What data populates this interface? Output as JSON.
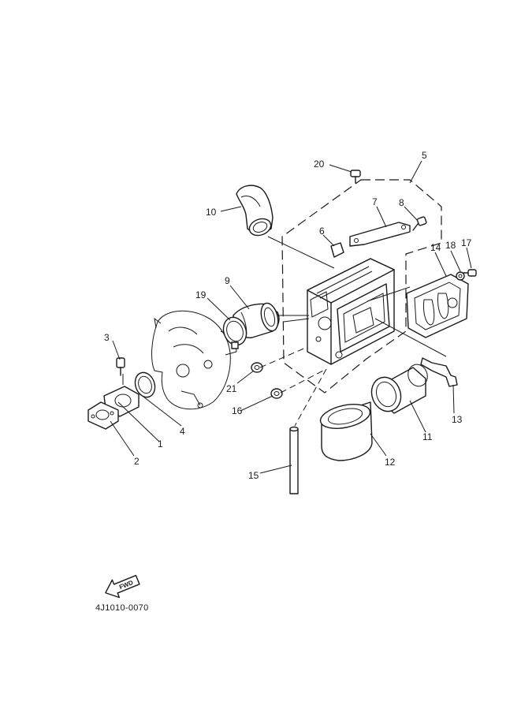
{
  "diagram": {
    "drawing_code": "4J1010-0070",
    "direction_label": "FWD",
    "callouts": [
      {
        "id": "c1",
        "text": "1"
      },
      {
        "id": "c2",
        "text": "2"
      },
      {
        "id": "c3",
        "text": "3"
      },
      {
        "id": "c4",
        "text": "4"
      },
      {
        "id": "c5",
        "text": "5"
      },
      {
        "id": "c6",
        "text": "6"
      },
      {
        "id": "c7",
        "text": "7"
      },
      {
        "id": "c8",
        "text": "8"
      },
      {
        "id": "c9",
        "text": "9"
      },
      {
        "id": "c10",
        "text": "10"
      },
      {
        "id": "c11",
        "text": "11"
      },
      {
        "id": "c12",
        "text": "12"
      },
      {
        "id": "c13",
        "text": "13"
      },
      {
        "id": "c14",
        "text": "14"
      },
      {
        "id": "c15",
        "text": "15"
      },
      {
        "id": "c16",
        "text": "16"
      },
      {
        "id": "c17",
        "text": "17"
      },
      {
        "id": "c18",
        "text": "18"
      },
      {
        "id": "c19",
        "text": "19"
      },
      {
        "id": "c20",
        "text": "20"
      },
      {
        "id": "c21",
        "text": "21"
      }
    ]
  }
}
